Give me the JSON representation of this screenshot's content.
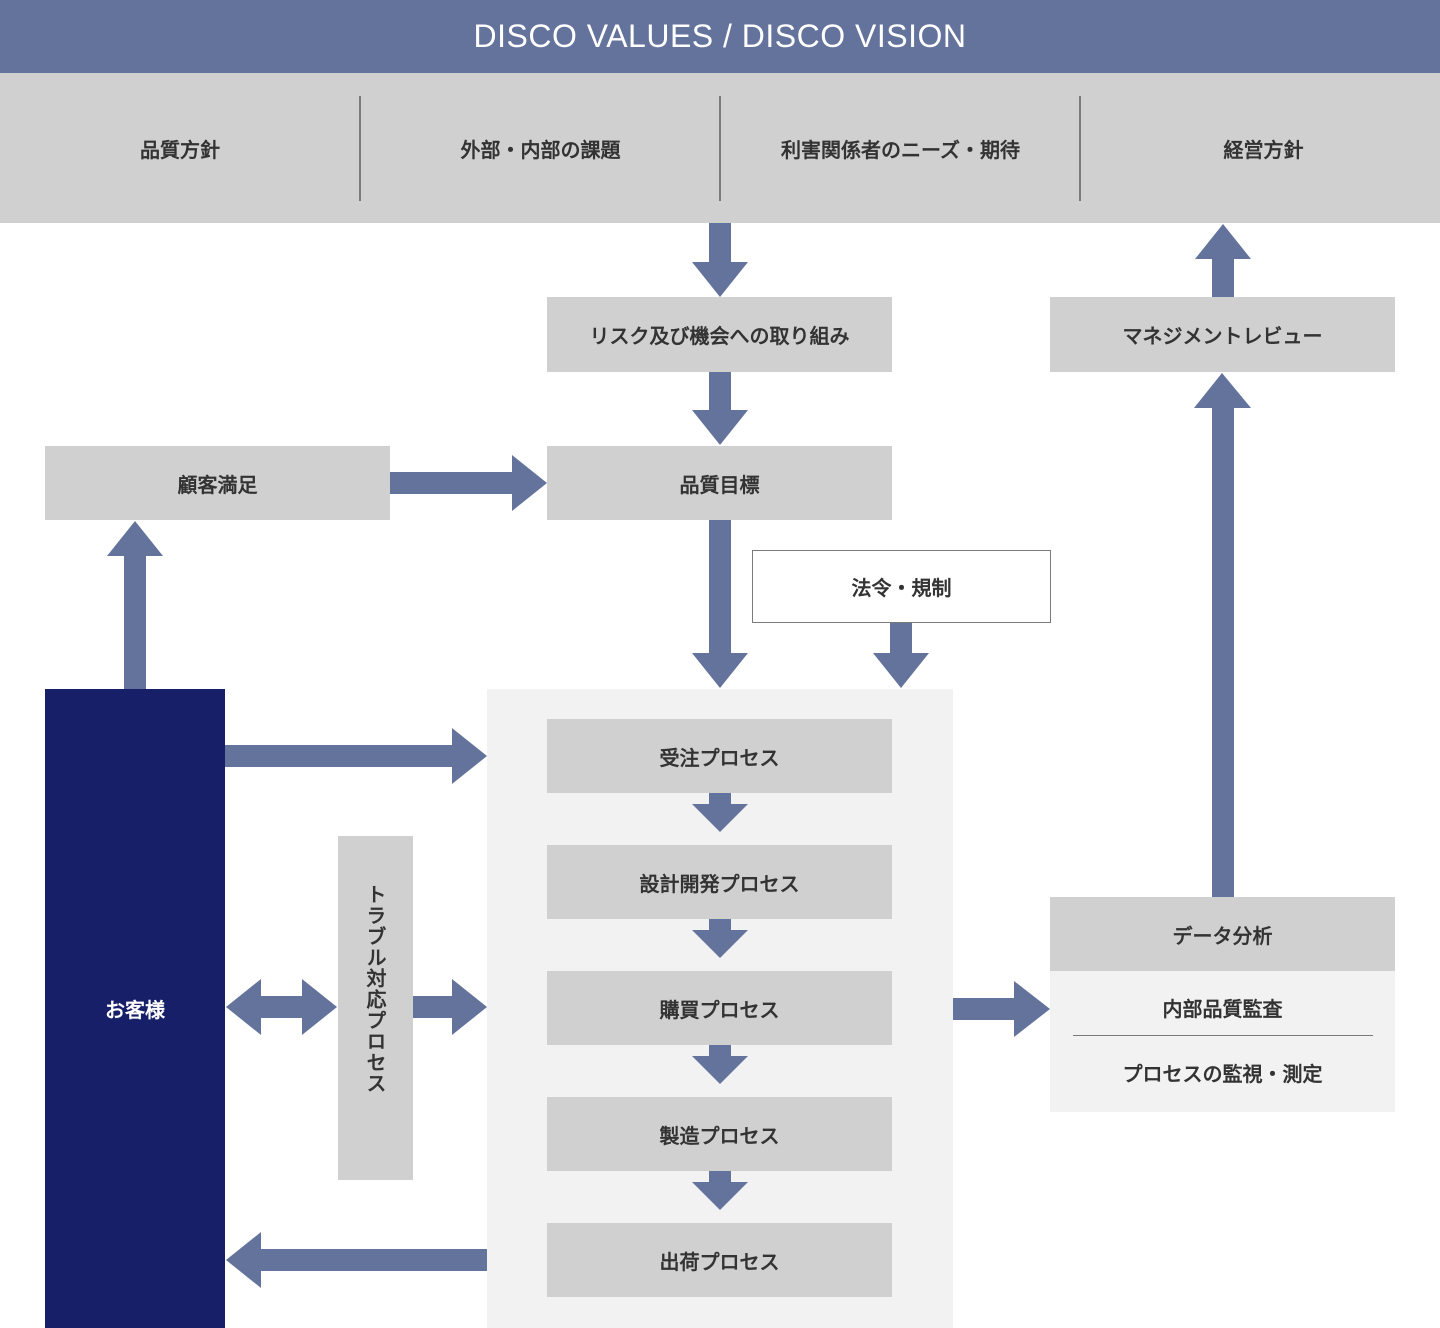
{
  "header": {
    "title": "DISCO VALUES / DISCO VISION"
  },
  "inputs": [
    {
      "label": "品質方針"
    },
    {
      "label": "外部・内部の課題"
    },
    {
      "label": "利害関係者のニーズ・期待"
    },
    {
      "label": "経営方針"
    }
  ],
  "planning": {
    "risk": "リスク及び機会への取り組み",
    "objectives": "品質目標",
    "customer_satisfaction": "顧客満足",
    "regulations": "法令・規制",
    "management_review": "マネジメントレビュー"
  },
  "customer": {
    "label": "お客様"
  },
  "trouble_process": {
    "label": "トラブル対応プロセス"
  },
  "processes": [
    {
      "label": "受注プロセス"
    },
    {
      "label": "設計開発プロセス"
    },
    {
      "label": "購買プロセス"
    },
    {
      "label": "製造プロセス"
    },
    {
      "label": "出荷プロセス"
    }
  ],
  "analysis": {
    "title": "データ分析",
    "items": [
      {
        "label": "内部品質監査"
      },
      {
        "label": "プロセスの監視・測定"
      }
    ]
  },
  "colors": {
    "header": "#64739c",
    "arrow": "#64739c",
    "box": "#d0d0d0",
    "customer": "#171f69",
    "panel": "#f2f2f2"
  }
}
